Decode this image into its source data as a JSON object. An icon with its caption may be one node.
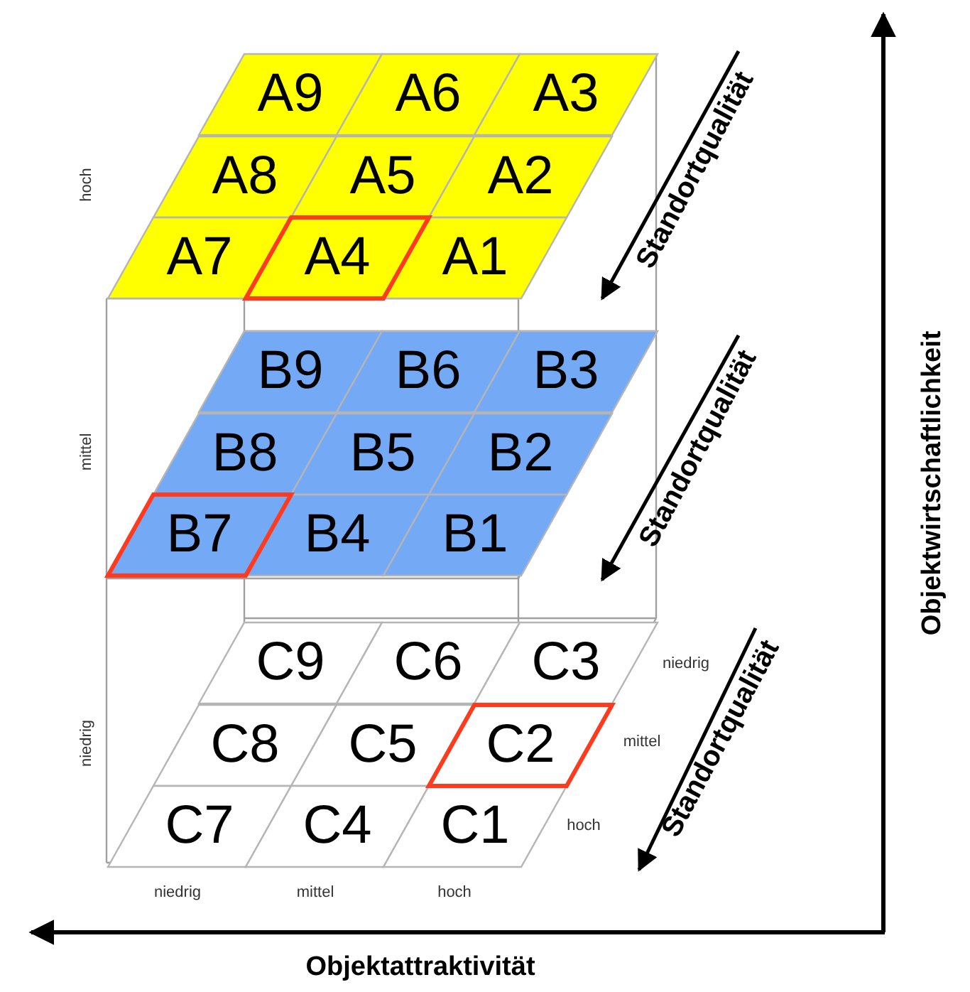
{
  "diagram": {
    "nodes": [
      {
        "text": [
          "A9"
        ]
      },
      {
        "text": [
          "A6"
        ]
      },
      {
        "text": [
          "A3"
        ]
      },
      {
        "text": [
          "A8"
        ]
      },
      {
        "text": [
          "A5"
        ]
      },
      {
        "text": [
          "A2"
        ]
      },
      {
        "text": [
          "A7"
        ]
      },
      {
        "text": [
          "A4"
        ]
      },
      {
        "text": [
          "A1"
        ]
      },
      {
        "text": [
          "B9"
        ]
      },
      {
        "text": [
          "B6"
        ]
      },
      {
        "text": [
          "B3"
        ]
      },
      {
        "text": [
          "B8"
        ]
      },
      {
        "text": [
          "B5"
        ]
      },
      {
        "text": [
          "B2"
        ]
      },
      {
        "text": [
          "B7"
        ]
      },
      {
        "text": [
          "B4"
        ]
      },
      {
        "text": [
          "B1"
        ]
      },
      {
        "text": [
          "C9"
        ]
      },
      {
        "text": [
          "C6"
        ]
      },
      {
        "text": [
          "C3"
        ]
      },
      {
        "text": [
          "C8"
        ]
      },
      {
        "text": [
          "C5"
        ]
      },
      {
        "text": [
          "C2"
        ]
      },
      {
        "text": [
          "C7"
        ]
      },
      {
        "text": [
          "C4"
        ]
      },
      {
        "text": [
          "C1"
        ]
      }
    ],
    "labels": [
      "Standortqualität",
      "hoch",
      "Standortqualität",
      "mittel",
      "niedrig",
      "mittel",
      "hoch",
      "niedrig",
      "Standortqualität",
      "niedrig",
      "mittel",
      "hoch",
      "Objektwirtschaftlichkeit",
      "Objektattraktivität"
    ]
  }
}
